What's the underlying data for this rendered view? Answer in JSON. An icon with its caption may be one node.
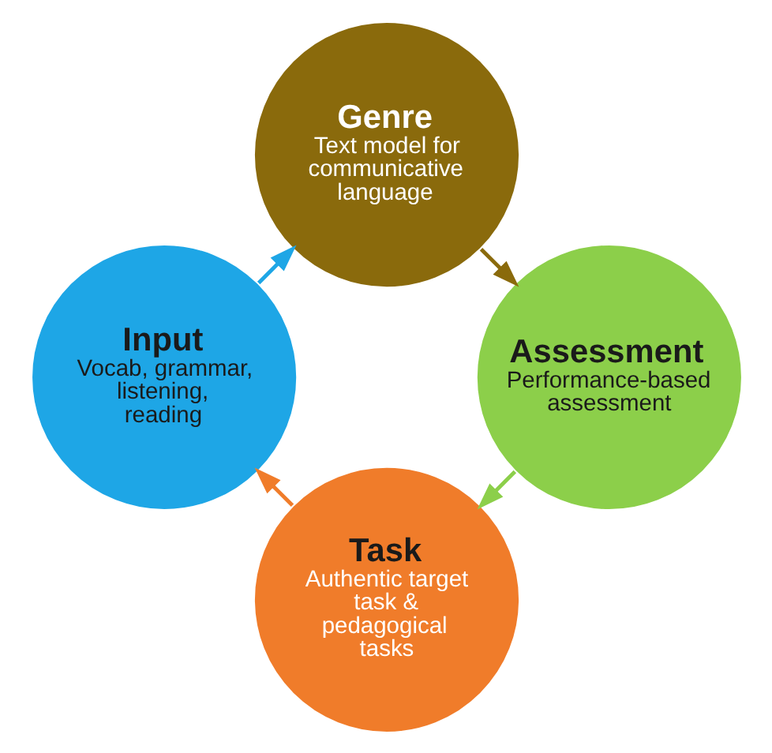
{
  "diagram": {
    "nodes": [
      {
        "text": [
          "Task",
          "Authentic target task & pedagogical tasks"
        ]
      },
      {
        "text": [
          "Input",
          "Vocab, grammar, listening, reading"
        ]
      },
      {
        "text": [
          "Genre",
          "Text model for communicative language"
        ]
      },
      {
        "text": [
          "Assessment",
          "Performance-based assessment"
        ]
      }
    ],
    "edges": [
      {
        "from": 0,
        "to": 1,
        "arrow": "to",
        "color": "#f07c2a"
      },
      {
        "from": 1,
        "to": 2,
        "arrow": "to",
        "color": "#1ea6e6"
      },
      {
        "from": 2,
        "to": 3,
        "arrow": "to",
        "color": "#8a6a0c"
      },
      {
        "from": 3,
        "to": 0,
        "arrow": "to",
        "color": "#8ccf4a"
      }
    ]
  }
}
